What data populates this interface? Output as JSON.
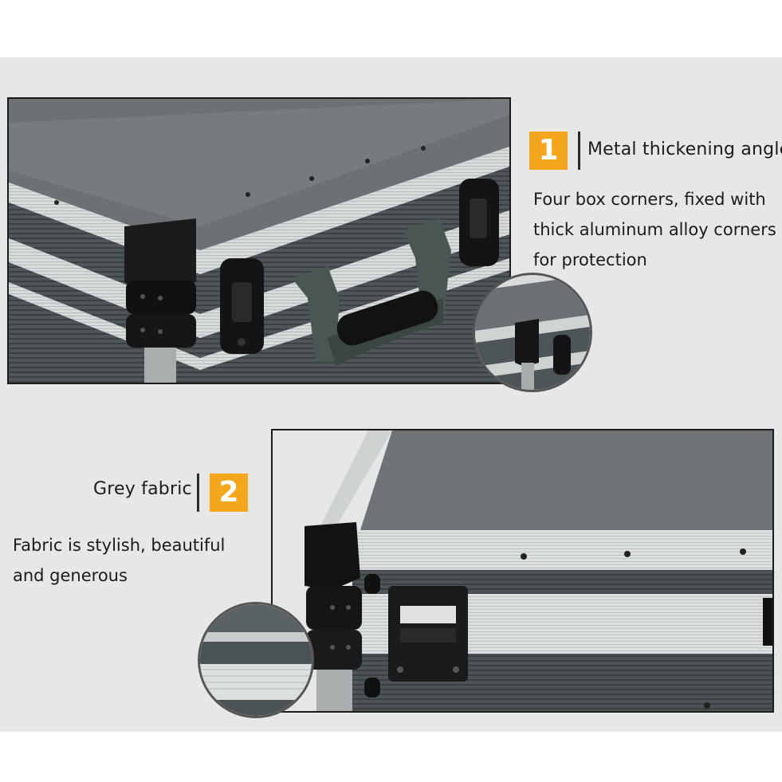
{
  "feature_1": {
    "badge": "1",
    "heading": "Metal thickening angle",
    "description_lines": [
      "Four box corners, fixed with",
      "thick aluminum alloy corners",
      "for protection"
    ]
  },
  "feature_2": {
    "badge": "2",
    "heading": "Grey fabric",
    "description_lines": [
      "Fabric is stylish, beautiful",
      "and generous"
    ]
  },
  "colors": {
    "panel_background": "#e7e7e7",
    "badge_background": "#f4a61d",
    "badge_text": "#ffffff",
    "text": "#1b1b1b"
  }
}
